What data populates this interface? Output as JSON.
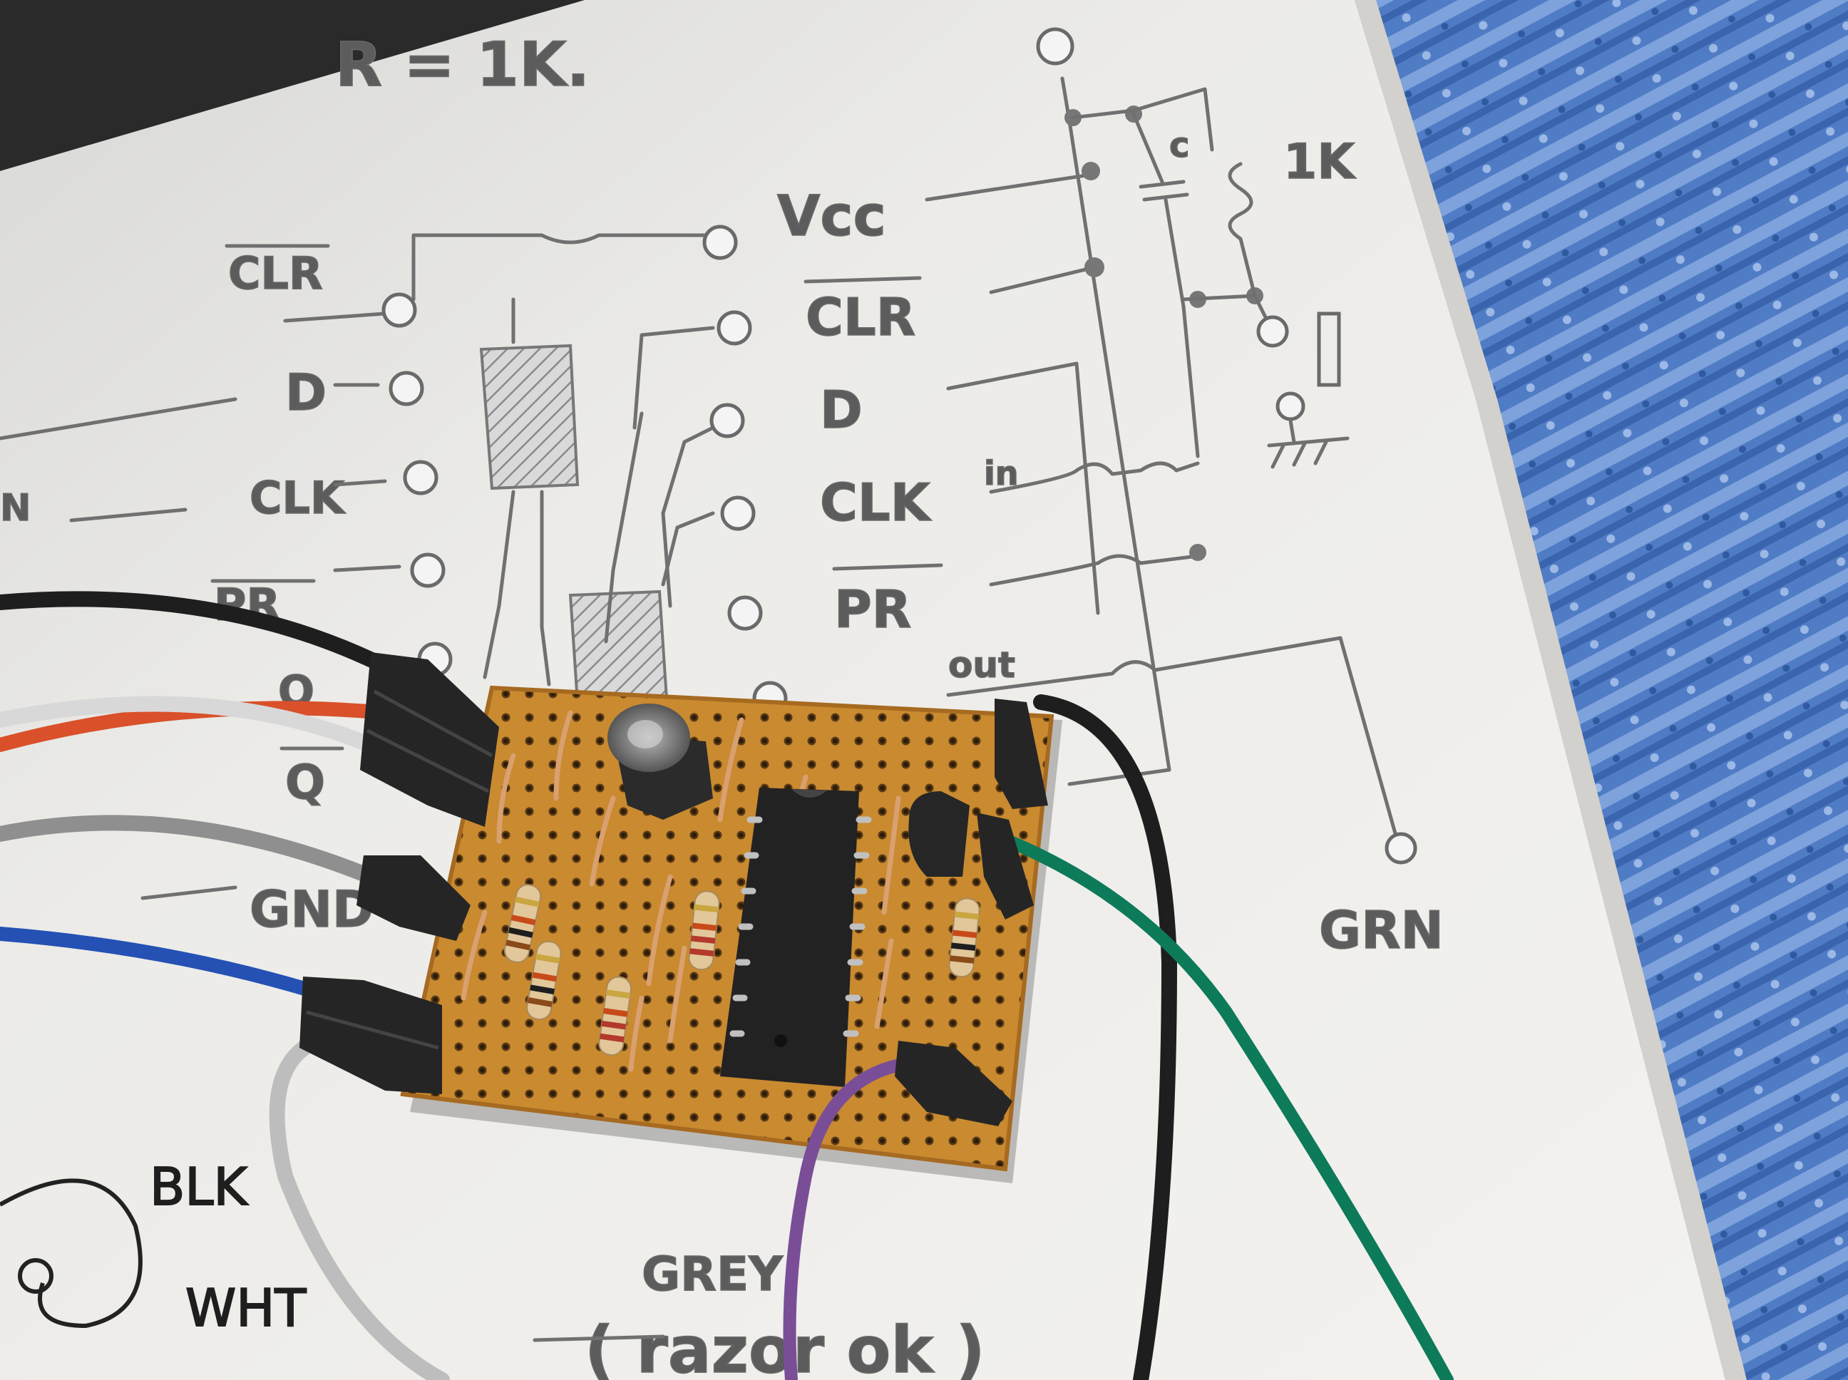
{
  "photo": {
    "subject": "stripboard-circuit-over-pencil-schematic",
    "colors": {
      "paper": "#ecebe8",
      "cloth": "#5b84c8",
      "board": "#c8872e",
      "pencil": "#6a6a6a",
      "wire_black": "#1e1e1e",
      "wire_white": "#d8d8d8",
      "wire_red": "#d9502a",
      "wire_grey": "#8f8f8f",
      "wire_blue": "#2451b3",
      "wire_green": "#0d7a5a",
      "wire_purple": "#7a4e96",
      "ic": "#222222"
    }
  },
  "sketch": {
    "top_note": "R = 1K.",
    "left_pins": {
      "clr": "CLR",
      "d": "D",
      "clk": "CLK",
      "pr": "PR",
      "q": "Q",
      "q_bar": "Q"
    },
    "right_pins": {
      "vcc": "Vcc",
      "clr": "CLR",
      "d": "D",
      "clk": "CLK",
      "pr": "PR"
    },
    "cap_label": "c",
    "res_label": "1K",
    "in_label": "in",
    "out_label": "out",
    "grn_label": "GRN",
    "gnd_label": "GND",
    "grey_label": "GREY",
    "blk_label": "BLK",
    "wht_label": "WHT",
    "bottom_note": "( razor ok )",
    "left_edge_n": "N"
  }
}
